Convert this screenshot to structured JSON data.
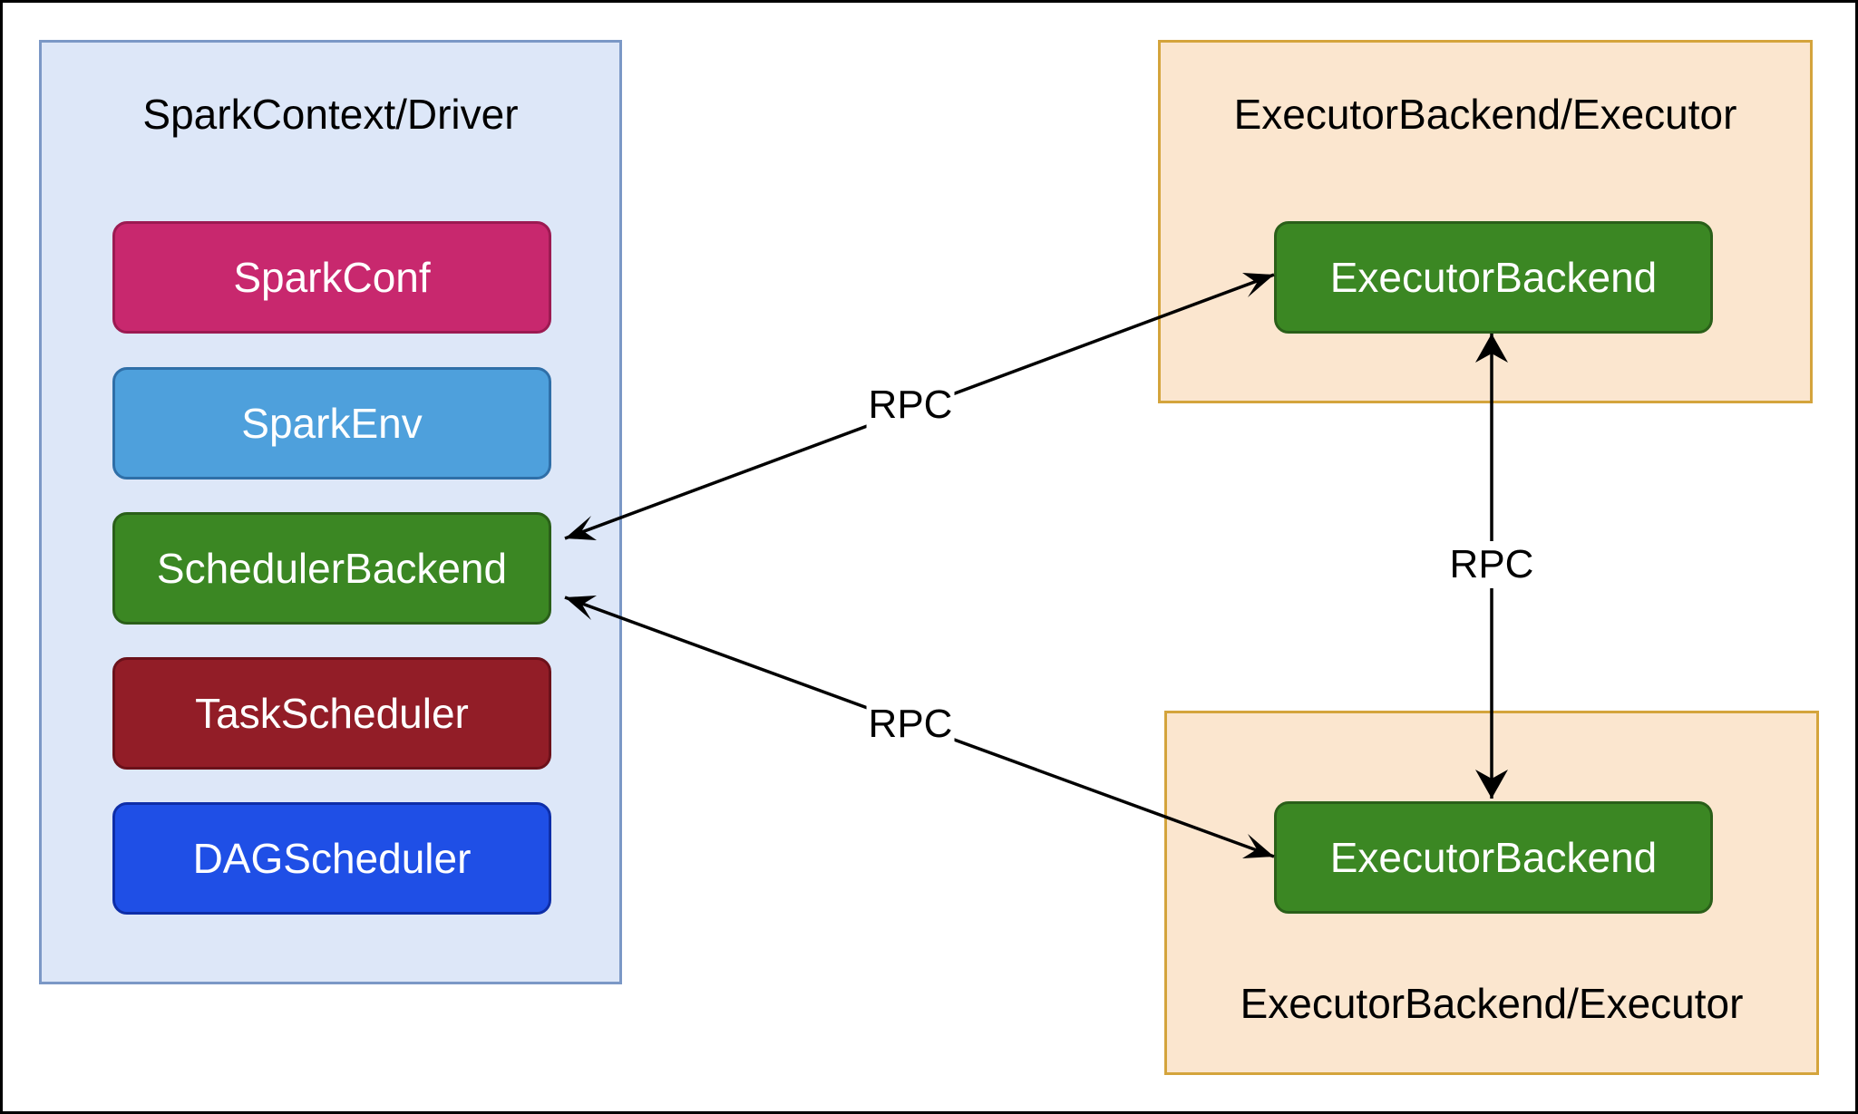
{
  "colors": {
    "driver_fill": "#dde7f8",
    "driver_border": "#7b98c6",
    "executor_fill": "#fbe6cf",
    "executor_border": "#d4a43c",
    "spark_conf": "#c8286e",
    "spark_conf_border": "#9c1a52",
    "spark_env": "#4ea0dc",
    "spark_env_border": "#2f6fa8",
    "scheduler_backend": "#3b8723",
    "scheduler_backend_border": "#2a5f19",
    "task_scheduler": "#921d27",
    "task_scheduler_border": "#6b111a",
    "dag_scheduler": "#1f4fe6",
    "dag_scheduler_border": "#0e2ea8",
    "executor_backend": "#3b8723",
    "executor_backend_border": "#2a5f19"
  },
  "driver": {
    "title": "SparkContext/Driver",
    "components": [
      {
        "key": "spark_conf",
        "label": "SparkConf"
      },
      {
        "key": "spark_env",
        "label": "SparkEnv"
      },
      {
        "key": "scheduler_backend",
        "label": "SchedulerBackend"
      },
      {
        "key": "task_scheduler",
        "label": "TaskScheduler"
      },
      {
        "key": "dag_scheduler",
        "label": "DAGScheduler"
      }
    ]
  },
  "executors": [
    {
      "title": "ExecutorBackend/Executor",
      "backend_label": "ExecutorBackend"
    },
    {
      "title": "ExecutorBackend/Executor",
      "backend_label": "ExecutorBackend"
    }
  ],
  "edges": [
    {
      "from": "SchedulerBackend",
      "to": "ExecutorBackend (top)",
      "label": "RPC",
      "bidirectional": true
    },
    {
      "from": "SchedulerBackend",
      "to": "ExecutorBackend (bottom)",
      "label": "RPC",
      "bidirectional": true
    },
    {
      "from": "ExecutorBackend (top)",
      "to": "ExecutorBackend (bottom)",
      "label": "RPC",
      "bidirectional": true
    }
  ]
}
